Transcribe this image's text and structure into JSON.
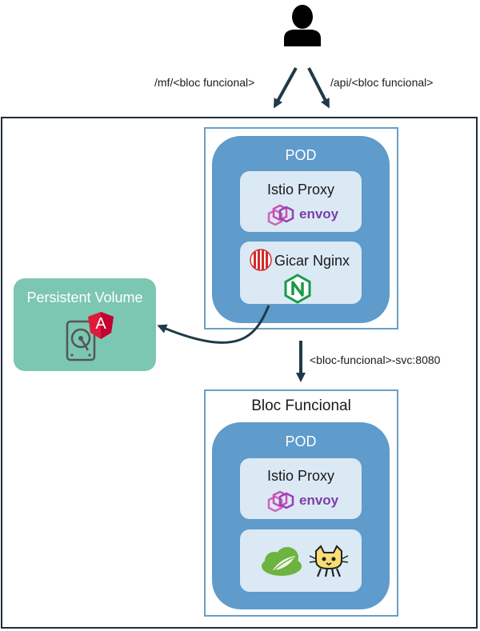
{
  "routes": {
    "left": "/mf/<bloc funcional>",
    "right": "/api/<bloc funcional>",
    "service": "<bloc-funcional>-svc:8080"
  },
  "frontend_pod": {
    "title": "POD",
    "istio_label": "Istio Proxy",
    "envoy_text": "envoy",
    "nginx_label": "Gicar Nginx"
  },
  "persistent_volume": {
    "title": "Persistent Volume",
    "badge_letter": "A"
  },
  "bloc_funcional": {
    "title": "Bloc Funcional",
    "pod_title": "POD",
    "istio_label": "Istio Proxy",
    "envoy_text": "envoy"
  },
  "icons": {
    "user": "user-icon",
    "envoy": "envoy-logo-icon",
    "gicar": "gicar-logo-icon",
    "nginx": "nginx-logo-icon",
    "hdd": "hard-disk-icon",
    "angular": "angular-logo-icon",
    "spring": "spring-logo-icon",
    "tomcat": "tomcat-logo-icon"
  },
  "colors": {
    "pod": "#5f9bcb",
    "card": "#dbe9f5",
    "frame": "#6a9fc4",
    "persistent_volume": "#7cc7b1",
    "arrow": "#1f3a48",
    "envoy": "#7b3fa6"
  }
}
